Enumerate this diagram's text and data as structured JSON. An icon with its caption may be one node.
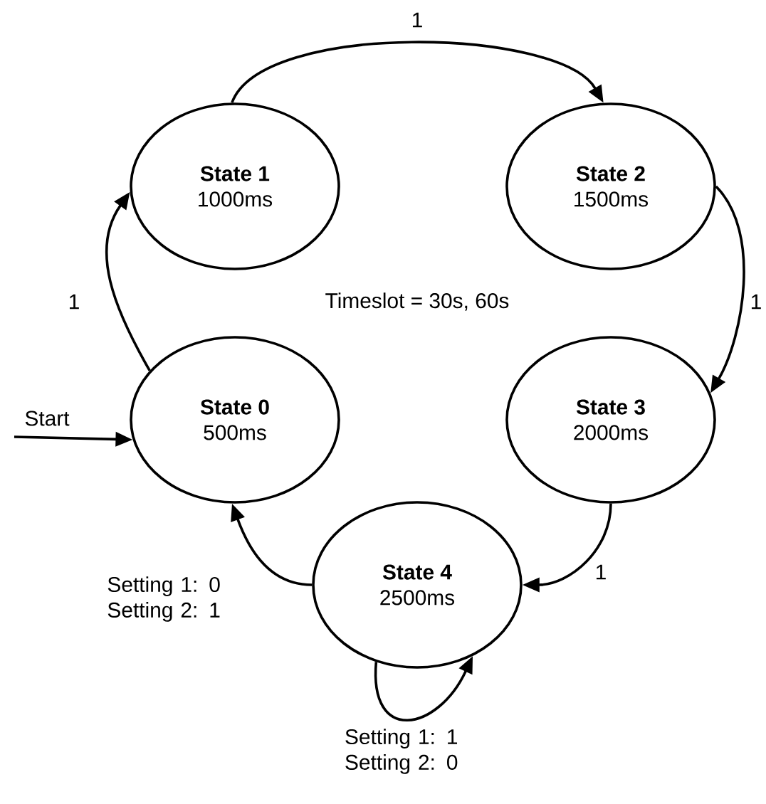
{
  "diagram": {
    "nodes": [
      {
        "text": [
          "State 0",
          "500ms"
        ]
      },
      {
        "text": [
          "State 1",
          "1000ms"
        ]
      },
      {
        "text": [
          "State 2",
          "1500ms"
        ]
      },
      {
        "text": [
          "State 3",
          "2000ms"
        ]
      },
      {
        "text": [
          "State 4",
          "2500ms"
        ]
      }
    ],
    "edges": [
      {
        "from": null,
        "to": 0,
        "arrow": "to",
        "label": "Start"
      },
      {
        "from": 0,
        "to": 1,
        "arrow": "to",
        "label": "1"
      },
      {
        "from": 1,
        "to": 2,
        "arrow": "to",
        "label": "1"
      },
      {
        "from": 2,
        "to": 3,
        "arrow": "to",
        "label": "1"
      },
      {
        "from": 3,
        "to": 4,
        "arrow": "to",
        "label": "1"
      },
      {
        "from": 4,
        "to": 0,
        "arrow": "to",
        "label": "Setting 1: 0 Setting 2: 1"
      },
      {
        "from": 4,
        "to": 4,
        "arrow": "to",
        "label": "Setting 1: 1 Setting 2: 0"
      }
    ],
    "labels": [
      "Timeslot = 30s, 60s"
    ]
  }
}
